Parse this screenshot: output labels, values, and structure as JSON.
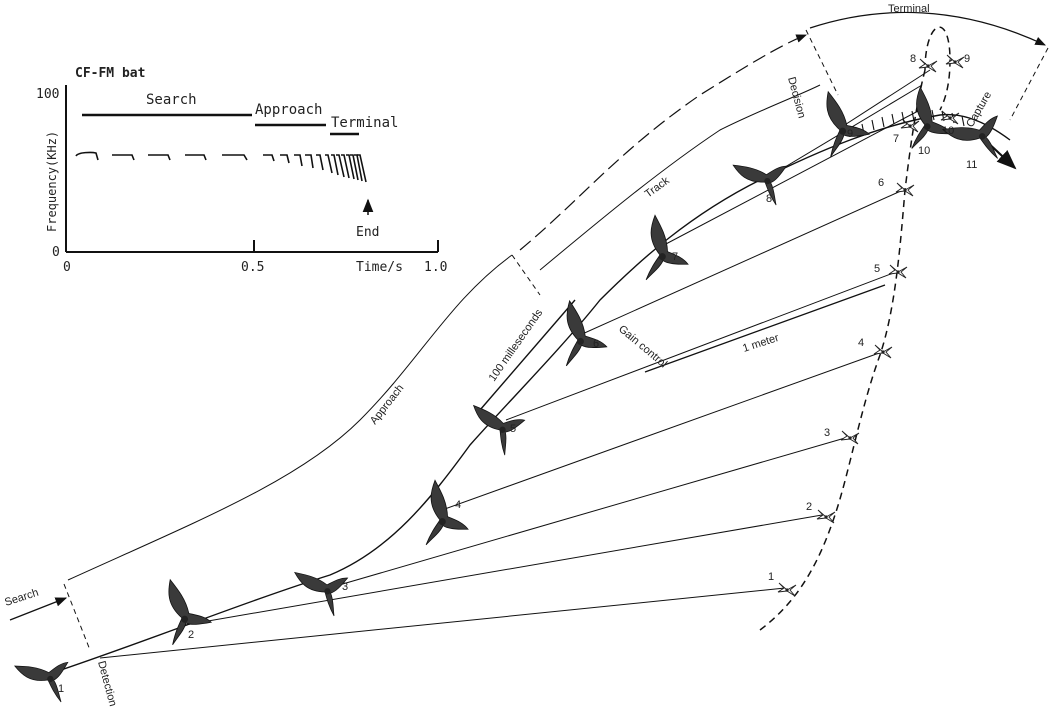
{
  "inset": {
    "title": "CF-FM bat",
    "y_axis_label": "Frequency(KHz)",
    "y_tick_top": "100",
    "y_tick_bottom": "0",
    "x_tick_0": "0",
    "x_tick_mid": "0.5",
    "x_tick_end": "1.0",
    "x_axis_label": "Time/s",
    "phase_search": "Search",
    "phase_approach": "Approach",
    "phase_terminal": "Terminal",
    "end_marker": "End"
  },
  "flight": {
    "phase_search": "Search",
    "phase_detection": "Detection",
    "phase_approach": "Approach",
    "phase_track": "Track",
    "phase_decision": "Decision",
    "phase_terminal": "Terminal",
    "phase_capture": "Capture",
    "time_scale": "100 milleseconds",
    "distance_scale": "1 meter",
    "gain_control": "Gain control",
    "bat_positions": [
      "1",
      "2",
      "3",
      "4",
      "5",
      "6",
      "7",
      "8",
      "9",
      "10",
      "11"
    ],
    "insect_positions": [
      "1",
      "2",
      "3",
      "4",
      "5",
      "6",
      "7",
      "8",
      "9",
      "10"
    ]
  }
}
